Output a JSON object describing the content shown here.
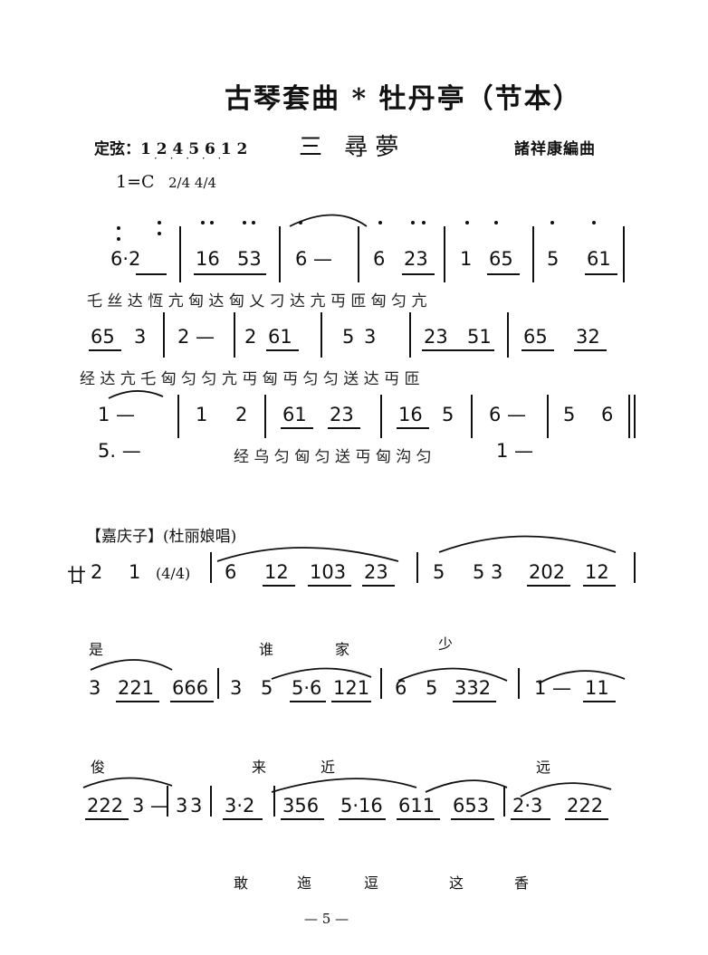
{
  "header": {
    "title": "古琴套曲 * 牡丹亭（节本）",
    "tuning": "定弦：1 2 4 5 6 1 2",
    "movement": "三 尋夢",
    "composer": "諸祥康編曲",
    "key": "1=C",
    "meter": "2/4  4/4"
  },
  "staff1": {
    "notes": [
      "6·2",
      "16",
      "53",
      "6 —",
      "6",
      "23",
      "1",
      "65",
      "5",
      "61"
    ],
    "tablature": "乇   丝 达  恆   亢 匈  达 匈   乂         刁  达  亢 丏 匝 匈  匀 亢"
  },
  "staff2": {
    "notes": [
      "65",
      "3",
      "2 —",
      "2",
      "61",
      "5",
      "3",
      "23",
      "51",
      "65",
      "32"
    ],
    "tablature": "经 达 亢  乇  匈        匀  匀  亢 丏   匈 丏  匀 匀  送 达  丏 匝"
  },
  "staff3": {
    "notes": [
      "1 —",
      "1",
      "2",
      "61",
      "23",
      "16",
      "5",
      "6 —",
      "5",
      "6"
    ],
    "lower_notes": [
      "5. —",
      "1 —"
    ],
    "tablature": "经  乌  匀  匈 匀   送 丏 匈        沟 匀"
  },
  "section": {
    "qupai": "【嘉庆子】(杜丽娘唱)"
  },
  "staff4": {
    "prefix": "廿",
    "notes": [
      "2",
      "1",
      "(4/4)",
      "6",
      "12",
      "103",
      "23",
      "5",
      "5 3",
      "202",
      "12"
    ],
    "lyrics": [
      "是",
      "谁",
      "家",
      "少"
    ]
  },
  "staff5": {
    "notes": [
      "3",
      "221",
      "666",
      "3",
      "5",
      "5·6",
      "121",
      "6",
      "5",
      "332",
      "1 —",
      "11"
    ],
    "lyrics": [
      "俊",
      "来",
      "近",
      "远"
    ]
  },
  "staff6": {
    "notes": [
      "222",
      "3 —",
      "3",
      "3",
      "3·2",
      "356",
      "5·16",
      "611",
      "653",
      "2·3",
      "222"
    ],
    "lyrics": [
      "敢",
      "迤",
      "逗",
      "这",
      "香"
    ]
  },
  "footer": {
    "page": "— 5 —"
  }
}
